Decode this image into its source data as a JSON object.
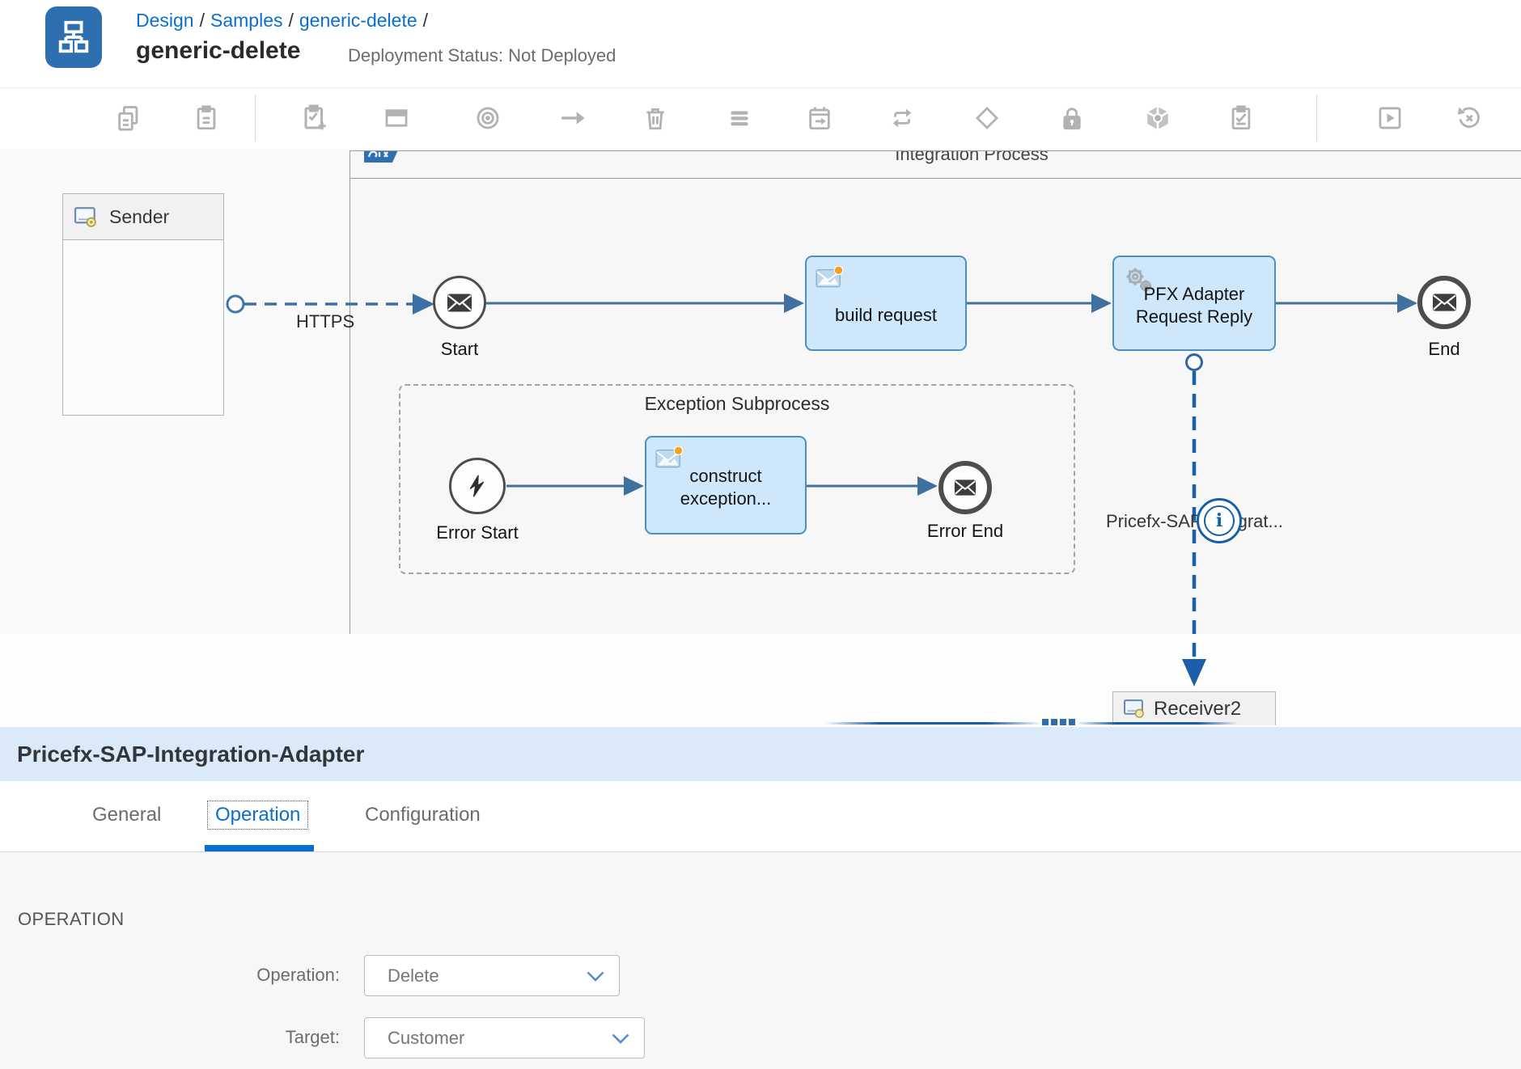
{
  "header": {
    "breadcrumb": [
      {
        "label": "Design"
      },
      {
        "label": "Samples"
      },
      {
        "label": "generic-delete"
      }
    ],
    "separator": "/",
    "title": "generic-delete",
    "status": "Deployment Status: Not Deployed"
  },
  "toolbar": {
    "icons": [
      "copy-icon",
      "paste-icon",
      "add-task-icon",
      "participant-icon",
      "target-icon",
      "move-arrow-icon",
      "delete-icon",
      "menu-icon",
      "persist-icon",
      "swap-icon",
      "gateway-icon",
      "lock-icon",
      "cube-icon",
      "checklist-icon",
      "simulate-play-icon",
      "reset-simulation-icon"
    ]
  },
  "diagram": {
    "process_title": "Integration Process",
    "sender_label": "Sender",
    "receiver_label": "Receiver2",
    "message_flow_label": "HTTPS",
    "start_label": "Start",
    "build_request_label": "build request",
    "pfx_line1": "PFX Adapter",
    "pfx_line2": "Request Reply",
    "end_label": "End",
    "subprocess_title": "Exception Subprocess",
    "error_start_label": "Error Start",
    "construct_line1": "construct",
    "construct_line2": "exception...",
    "error_end_label": "Error End",
    "receiver_flow_label": "Pricefx-SAP-Integrat...",
    "info_glyph": "i"
  },
  "panel": {
    "title": "Pricefx-SAP-Integration-Adapter",
    "tabs": [
      {
        "label": "General",
        "active": false
      },
      {
        "label": "Operation",
        "active": true
      },
      {
        "label": "Configuration",
        "active": false
      }
    ],
    "section_title": "OPERATION",
    "fields": [
      {
        "label": "Operation:",
        "value": "Delete"
      },
      {
        "label": "Target:",
        "value": "Customer"
      }
    ]
  },
  "colors": {
    "link_blue": "#0a6ed1",
    "app_icon_blue": "#2e6fb0",
    "task_fill": "#cfe7fa",
    "task_border": "#4f8ec2",
    "sequence_flow": "#40719e",
    "message_flow": "#3c6fa5",
    "receiver_flow": "#1b5fa8",
    "event_border": "#4d4d4d",
    "panel_band": "#dbeaf8",
    "muted_text": "#6a6d70"
  }
}
